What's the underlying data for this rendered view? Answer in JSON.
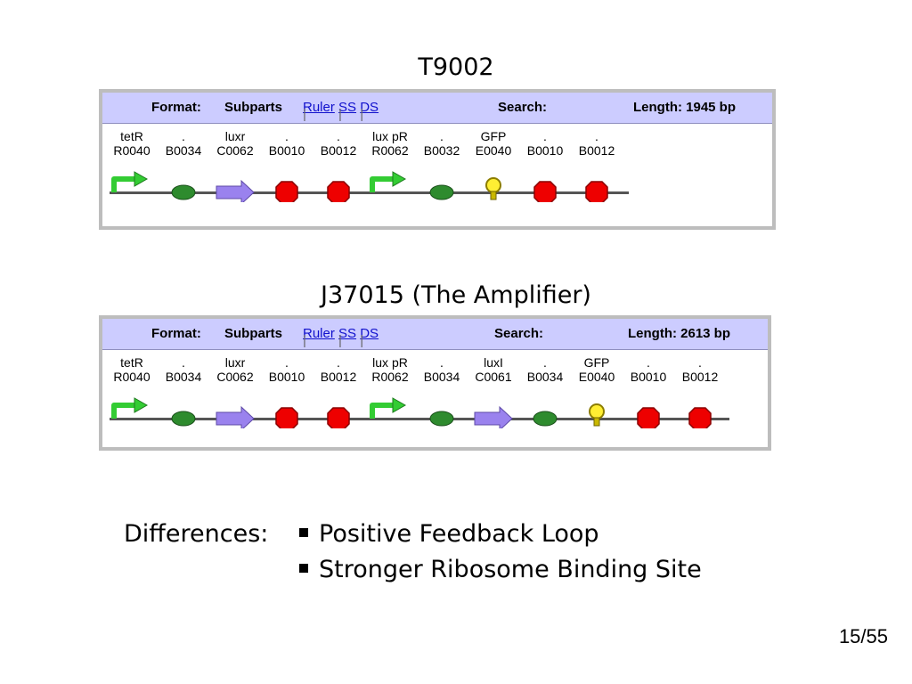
{
  "slide": {
    "title1": "T9002",
    "title2": "J37015 (The Amplifier)",
    "differences_label": "Differences:",
    "bullets": [
      "Positive Feedback Loop",
      "Stronger Ribosome Binding Site"
    ],
    "page": "15/55"
  },
  "panels": [
    {
      "format_label": "Format:",
      "subparts": "Subparts",
      "links": [
        "Ruler",
        "SS",
        "DS"
      ],
      "search_label": "Search:",
      "length": "Length: 1945 bp",
      "parts": [
        {
          "name": "tetR",
          "id": "R0040",
          "kind": "promoter"
        },
        {
          "name": ".",
          "id": "B0034",
          "kind": "rbs"
        },
        {
          "name": "luxr",
          "id": "C0062",
          "kind": "cds"
        },
        {
          "name": ".",
          "id": "B0010",
          "kind": "terminator"
        },
        {
          "name": ".",
          "id": "B0012",
          "kind": "terminator"
        },
        {
          "name": "lux pR",
          "id": "R0062",
          "kind": "promoter"
        },
        {
          "name": ".",
          "id": "B0032",
          "kind": "rbs"
        },
        {
          "name": "GFP",
          "id": "E0040",
          "kind": "reporter"
        },
        {
          "name": ".",
          "id": "B0010",
          "kind": "terminator"
        },
        {
          "name": ".",
          "id": "B0012",
          "kind": "terminator"
        }
      ]
    },
    {
      "format_label": "Format:",
      "subparts": "Subparts",
      "links": [
        "Ruler",
        "SS",
        "DS"
      ],
      "search_label": "Search:",
      "length": "Length: 2613 bp",
      "parts": [
        {
          "name": "tetR",
          "id": "R0040",
          "kind": "promoter"
        },
        {
          "name": ".",
          "id": "B0034",
          "kind": "rbs"
        },
        {
          "name": "luxr",
          "id": "C0062",
          "kind": "cds"
        },
        {
          "name": ".",
          "id": "B0010",
          "kind": "terminator"
        },
        {
          "name": ".",
          "id": "B0012",
          "kind": "terminator"
        },
        {
          "name": "lux pR",
          "id": "R0062",
          "kind": "promoter"
        },
        {
          "name": ".",
          "id": "B0034",
          "kind": "rbs"
        },
        {
          "name": "luxI",
          "id": "C0061",
          "kind": "cds"
        },
        {
          "name": ".",
          "id": "B0034",
          "kind": "rbs"
        },
        {
          "name": "GFP",
          "id": "E0040",
          "kind": "reporter"
        },
        {
          "name": ".",
          "id": "B0010",
          "kind": "terminator"
        },
        {
          "name": ".",
          "id": "B0012",
          "kind": "terminator"
        }
      ]
    }
  ],
  "colors": {
    "promoter": "#33cc33",
    "rbs": "#2e8b2e",
    "cds": "#9a82ee",
    "terminator": "#ee0000",
    "reporter": "#ffee33",
    "header_bg": "#ccccff"
  }
}
